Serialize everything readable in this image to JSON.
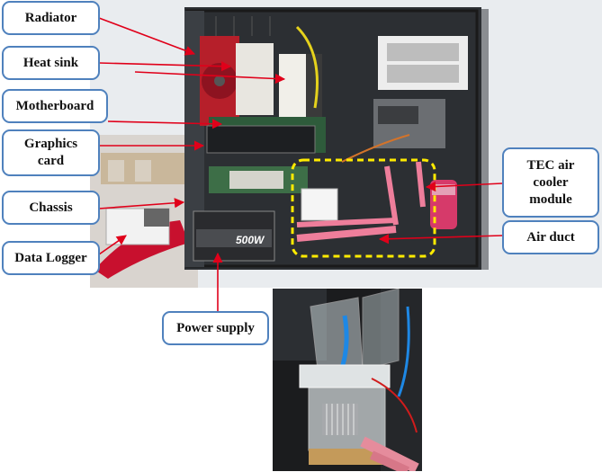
{
  "labels": {
    "radiator": "Radiator",
    "heat_sink": "Heat sink",
    "motherboard": "Motherboard",
    "graphics_card": "Graphics\ncard",
    "chassis": "Chassis",
    "data_logger": "Data Logger",
    "power_supply": "Power supply",
    "tec_module": "TEC air\ncooler\nmodule",
    "air_duct": "Air duct"
  },
  "psu_text": "500W",
  "colors": {
    "label_border": "#4f81bd",
    "arrow": "#e0001a",
    "dashed_box": "#ffeb00"
  }
}
